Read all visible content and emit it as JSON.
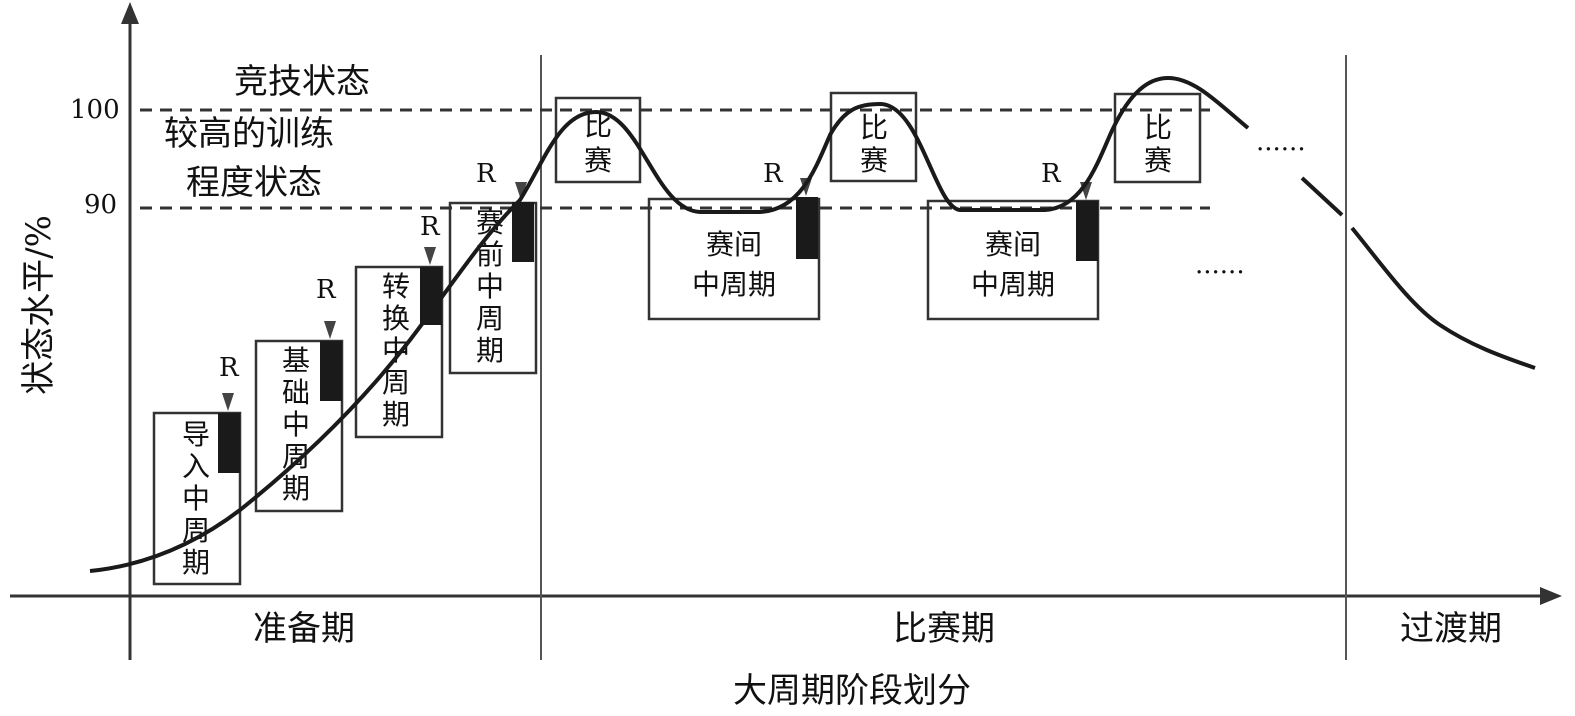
{
  "axes": {
    "y_label": "状态水平/%",
    "x_label": "大周期阶段划分",
    "y_ticks": [
      "100",
      "90"
    ]
  },
  "state_labels": {
    "competitive": "竞技状态",
    "high_training_line1": "较高的训练",
    "high_training_line2": "程度状态"
  },
  "phases": {
    "prep": "准备期",
    "competition": "比赛期",
    "transition": "过渡期"
  },
  "boxes": {
    "intro": [
      "导",
      "入",
      "中",
      "周",
      "期"
    ],
    "basic": [
      "基",
      "础",
      "中",
      "周",
      "期"
    ],
    "convert": [
      "转",
      "换",
      "中",
      "周",
      "期"
    ],
    "precomp": [
      "赛",
      "前",
      "中",
      "周",
      "期"
    ],
    "comp1": [
      "比",
      "赛"
    ],
    "comp2": [
      "比",
      "赛"
    ],
    "comp3": [
      "比",
      "赛"
    ],
    "inter1": [
      "赛间",
      "中周期"
    ],
    "inter2": [
      "赛间",
      "中周期"
    ]
  },
  "r_mark": "R",
  "ellipsis": "......",
  "colors": {
    "line": "#1a1a1a",
    "bar": "#1a1a1a",
    "background": "#ffffff"
  }
}
